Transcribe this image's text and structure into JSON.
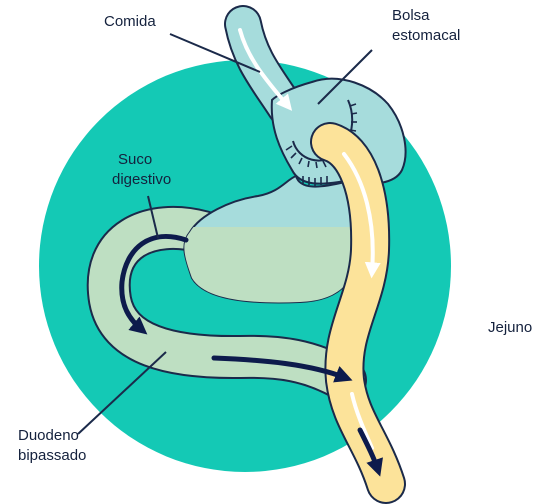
{
  "labels": {
    "food": "Comida",
    "pouch": [
      "Bolsa",
      "estomacal"
    ],
    "digestive_juice": [
      "Suco",
      "digestivo"
    ],
    "jejunum": "Jejuno",
    "duodenum": [
      "Duodeno",
      "bipassado"
    ]
  },
  "colors": {
    "background_circle": "#14c9b5",
    "stomach_fill": "#a6dcdc",
    "stomach_outline": "#1b2a4a",
    "juice_fill": "#bedfc2",
    "jejunum_fill": "#fce39a",
    "arrow_dark": "#0d1b4c",
    "arrow_light": "#ffffff",
    "text": "#14213d"
  },
  "icons": [
    "flow-arrow-white",
    "flow-arrow-dark",
    "staple-line"
  ]
}
